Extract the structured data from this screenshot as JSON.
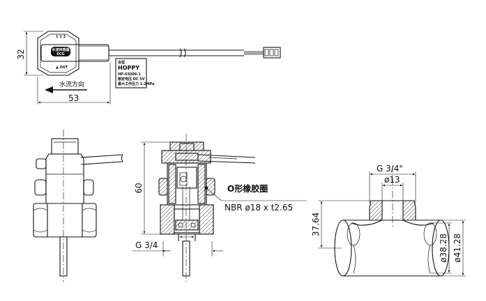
{
  "top_view": {
    "height_dim": "32",
    "width_dim": "53",
    "flow_label": "水流方向",
    "body_labels": [
      "水流传感器",
      "ECG"
    ],
    "tag_lines": [
      "合型",
      "HOPPY",
      "HP-S5006-1",
      "额定电压 DC 5V",
      "最大工作压力 1.2MPa"
    ]
  },
  "section_view": {
    "height_dim": "60",
    "thread_dim": "G 3/4",
    "oring_title": "O形橡胶圈",
    "oring_spec": "NBR ø18 x t2.65"
  },
  "mount_view": {
    "thread_dim": "G 3/4\"",
    "bore_dim": "ø13",
    "height_dim": "37.64",
    "inner_dim": "ø38.28",
    "outer_dim": "ø41.28"
  }
}
